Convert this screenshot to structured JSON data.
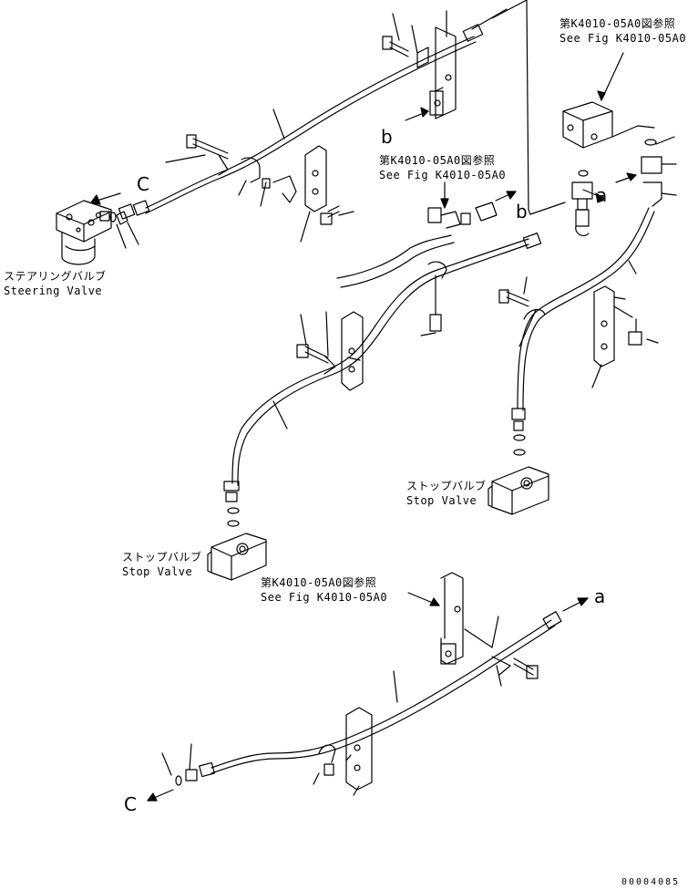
{
  "refs": {
    "top_right_jp": "第K4010-05A0図参照",
    "top_right_en": "See Fig K4010-05A0",
    "middle_jp": "第K4010-05A0図参照",
    "middle_en": "See Fig K4010-05A0",
    "bottom_jp": "第K4010-05A0図参照",
    "bottom_en": "See Fig K4010-05A0"
  },
  "components": {
    "steering_valve_jp": "ステアリングバルブ",
    "steering_valve_en": "Steering Valve",
    "stop_valve_left_jp": "ストップバルブ",
    "stop_valve_left_en": "Stop Valve",
    "stop_valve_right_jp": "ストップバルブ",
    "stop_valve_right_en": "Stop Valve"
  },
  "connection_letters": {
    "b_top": "b",
    "c_top": "C",
    "a_top": "a",
    "b_mid": "b",
    "a_bottom": "a",
    "c_bottom": "C"
  },
  "drawing_code": "00004085"
}
